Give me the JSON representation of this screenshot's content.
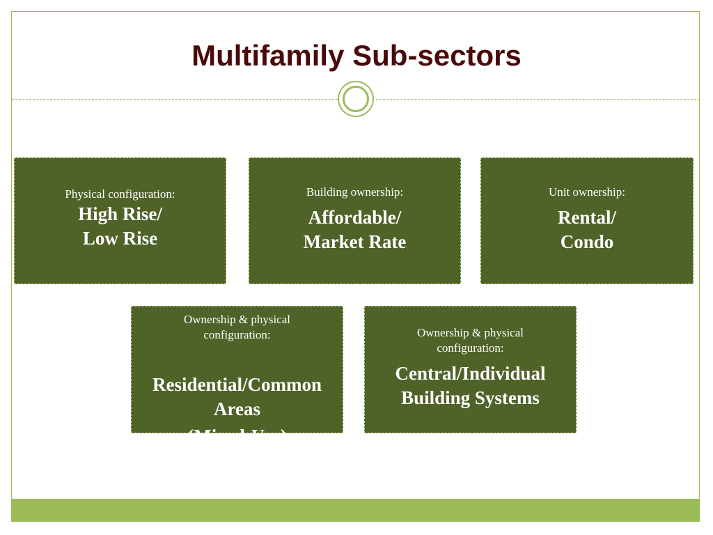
{
  "slide": {
    "title": "Multifamily Sub-sectors",
    "boxes": [
      {
        "label": "Physical configuration:",
        "value": "High Rise/\nLow Rise"
      },
      {
        "label": "Building ownership:",
        "value": "Affordable/\nMarket Rate"
      },
      {
        "label": "Unit ownership:",
        "value": "Rental/\nCondo"
      },
      {
        "label": "Ownership & physical configuration:",
        "value": "Residential/Common Areas",
        "value_extra": "(Mixed-Use)"
      },
      {
        "label": "Ownership & physical configuration:",
        "value": "Central/Individual Building Systems"
      }
    ]
  },
  "colors": {
    "title": "#4a0a0a",
    "box_fill": "#4f6228",
    "accent_green": "#9bbb59",
    "box_text": "#ffffff"
  }
}
